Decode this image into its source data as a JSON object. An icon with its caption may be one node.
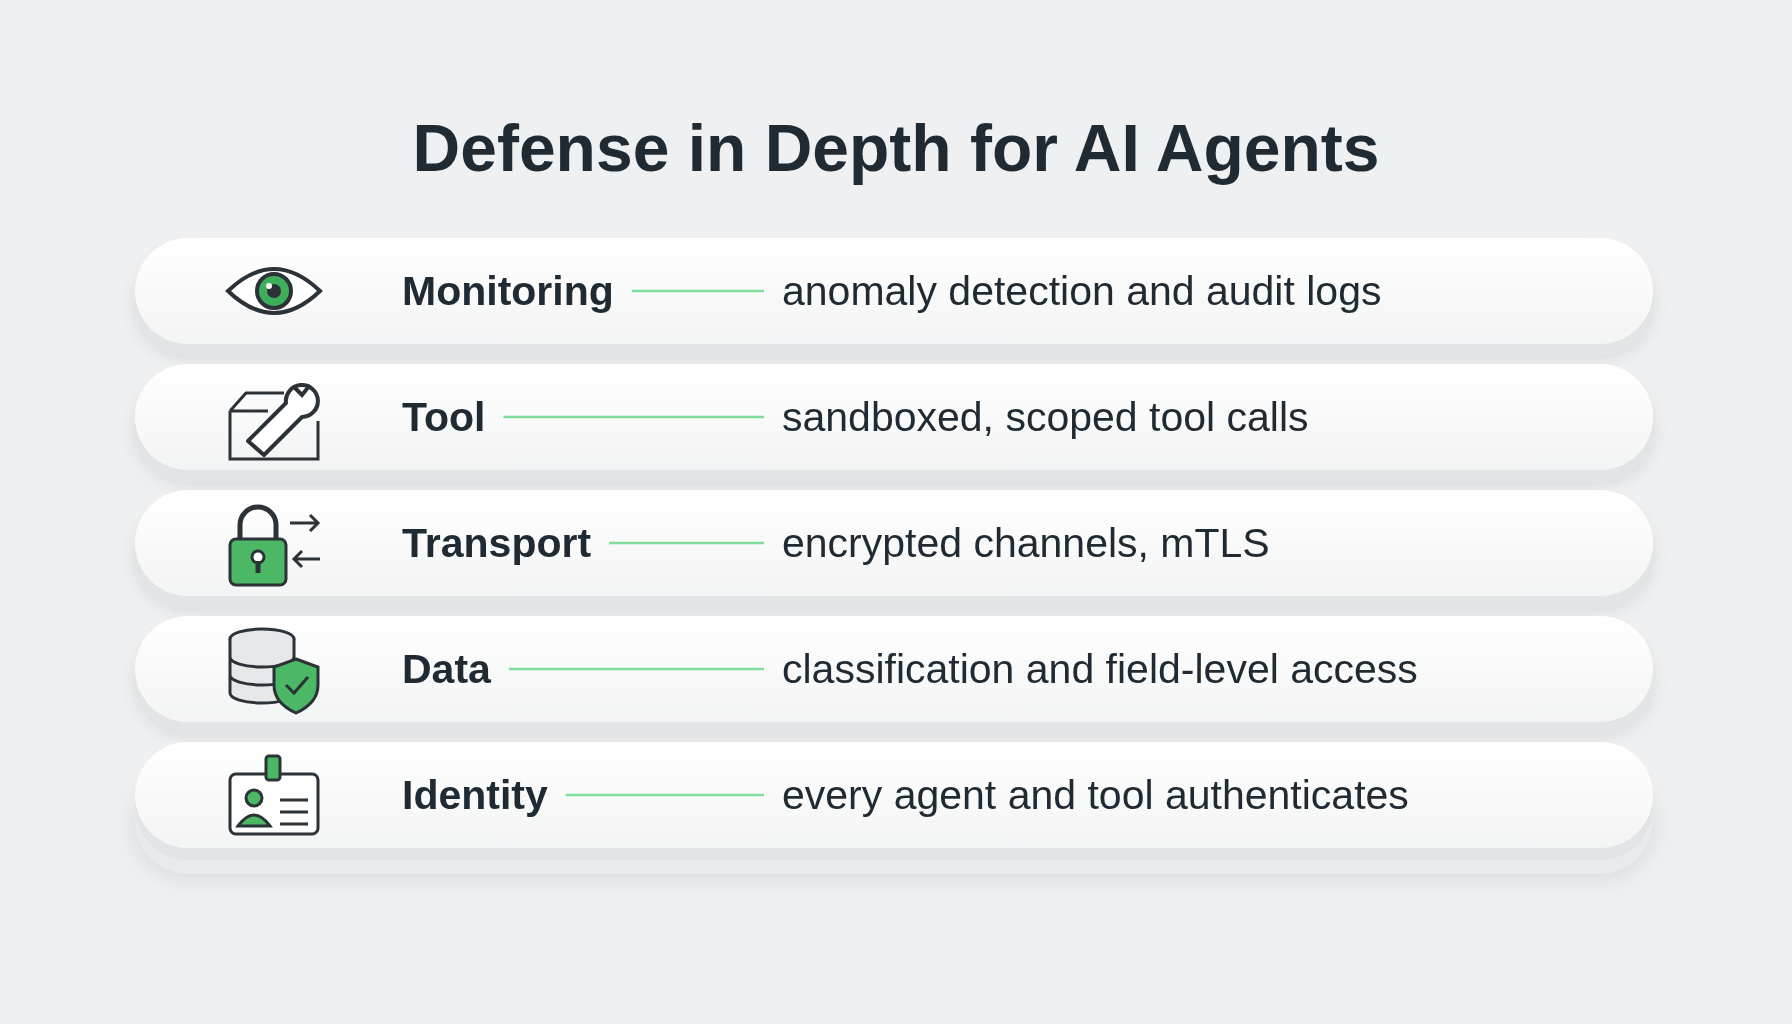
{
  "diagram": {
    "title": "Defense in Depth for AI Agents",
    "nodes": [
      {
        "text": [],
        "shape": "bar"
      },
      {
        "text": [
          "Monitoring"
        ],
        "in": 0
      },
      {
        "text": [
          "anomaly detection and audit logs"
        ],
        "in": 0
      },
      {
        "text": [],
        "shape": "bar"
      },
      {
        "text": [
          "Tool"
        ],
        "in": 3
      },
      {
        "text": [
          "sandboxed, scoped tool calls"
        ],
        "in": 3
      },
      {
        "text": [],
        "shape": "bar"
      },
      {
        "text": [
          "Transport"
        ],
        "in": 6
      },
      {
        "text": [
          "encrypted channels, mTLS"
        ],
        "in": 6
      },
      {
        "text": [],
        "shape": "bar"
      },
      {
        "text": [
          "Data"
        ],
        "in": 9
      },
      {
        "text": [
          "classification and field-level access"
        ],
        "in": 9
      },
      {
        "text": [],
        "shape": "bar"
      },
      {
        "text": [
          "Identity"
        ],
        "in": 12
      },
      {
        "text": [
          "every agent and tool authenticates"
        ],
        "in": 12
      }
    ],
    "edges": [
      {
        "from": 1,
        "to": 2,
        "arrow": "none",
        "color": "#7fdc9a"
      },
      {
        "from": 4,
        "to": 5,
        "arrow": "none",
        "color": "#7fdc9a"
      },
      {
        "from": 7,
        "to": 8,
        "arrow": "none",
        "color": "#7fdc9a"
      },
      {
        "from": 10,
        "to": 11,
        "arrow": "none",
        "color": "#7fdc9a"
      },
      {
        "from": 13,
        "to": 14,
        "arrow": "none",
        "color": "#7fdc9a"
      }
    ]
  }
}
